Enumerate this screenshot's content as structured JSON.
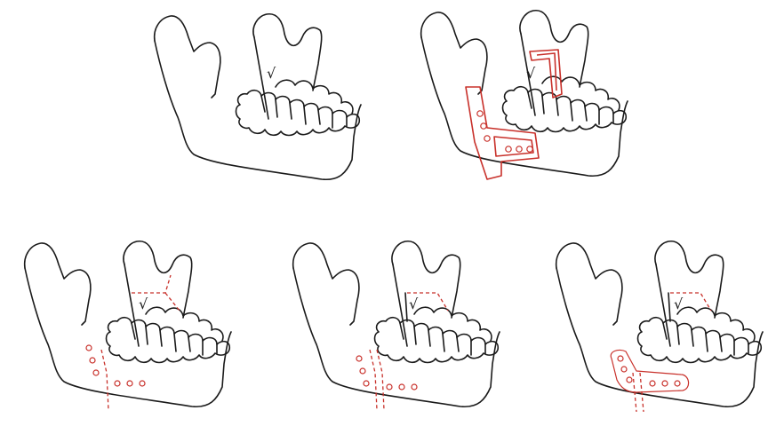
{
  "colors": {
    "outline": "#1a1a1a",
    "accent": "#c8302a"
  },
  "panels": [
    {
      "id": "intact-mandible",
      "mark": "√",
      "overlay": "none"
    },
    {
      "id": "cutting-guide",
      "mark": "√",
      "overlay": "guide"
    },
    {
      "id": "planned-osteotomy",
      "mark": "√",
      "overlay": "holes-and-cut"
    },
    {
      "id": "resected-segment",
      "mark": "√",
      "overlay": "holes-and-double-cut"
    },
    {
      "id": "fixation-plate",
      "mark": "√",
      "overlay": "plate"
    }
  ]
}
